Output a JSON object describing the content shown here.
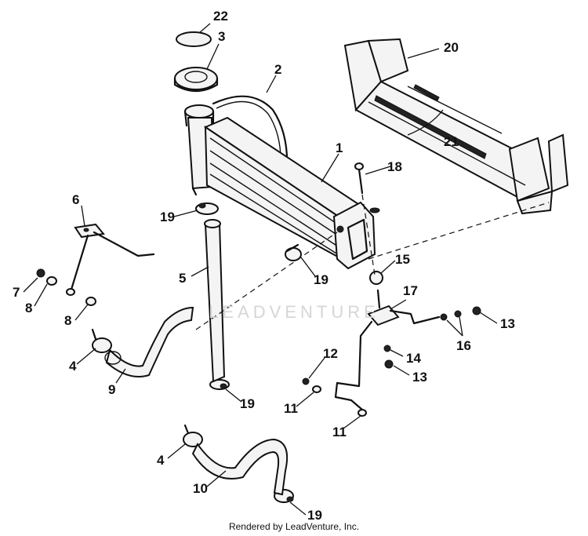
{
  "watermark": "LEADVENTURE",
  "credit": "Rendered by LeadVenture, Inc.",
  "callouts": [
    {
      "id": "c22",
      "label": "22"
    },
    {
      "id": "c3",
      "label": "3"
    },
    {
      "id": "c2",
      "label": "2"
    },
    {
      "id": "c20",
      "label": "20"
    },
    {
      "id": "c1",
      "label": "1"
    },
    {
      "id": "c21",
      "label": "21"
    },
    {
      "id": "c18",
      "label": "18"
    },
    {
      "id": "c6",
      "label": "6"
    },
    {
      "id": "c19a",
      "label": "19"
    },
    {
      "id": "c5",
      "label": "5"
    },
    {
      "id": "c19b",
      "label": "19"
    },
    {
      "id": "c15",
      "label": "15"
    },
    {
      "id": "c7",
      "label": "7"
    },
    {
      "id": "c8a",
      "label": "8"
    },
    {
      "id": "c8b",
      "label": "8"
    },
    {
      "id": "c17",
      "label": "17"
    },
    {
      "id": "c13a",
      "label": "13"
    },
    {
      "id": "c16",
      "label": "16"
    },
    {
      "id": "c4a",
      "label": "4"
    },
    {
      "id": "c9",
      "label": "9"
    },
    {
      "id": "c12",
      "label": "12"
    },
    {
      "id": "c14",
      "label": "14"
    },
    {
      "id": "c13b",
      "label": "13"
    },
    {
      "id": "c19c",
      "label": "19"
    },
    {
      "id": "c11a",
      "label": "11"
    },
    {
      "id": "c11b",
      "label": "11"
    },
    {
      "id": "c4b",
      "label": "4"
    },
    {
      "id": "c10",
      "label": "10"
    },
    {
      "id": "c19d",
      "label": "19"
    }
  ]
}
